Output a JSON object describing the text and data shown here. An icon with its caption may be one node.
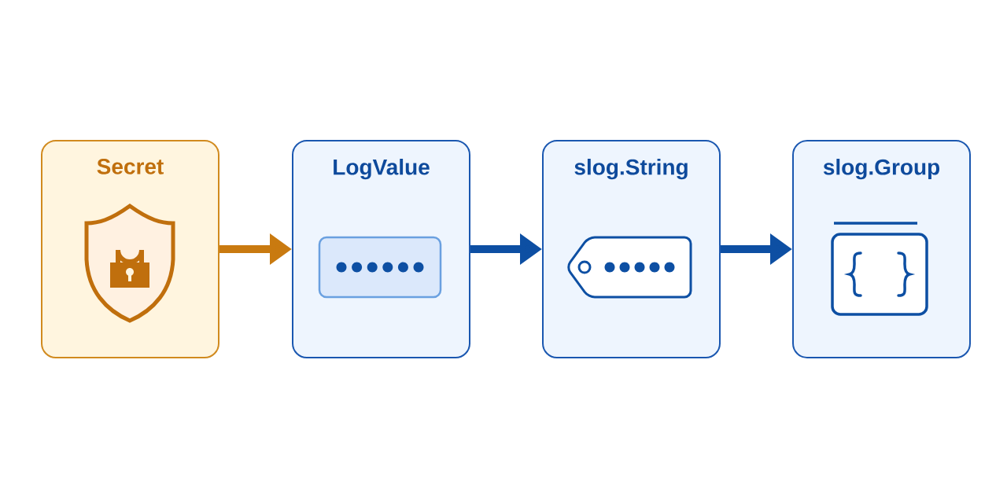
{
  "diagram": {
    "nodes": [
      {
        "text": [
          "Secret"
        ]
      },
      {
        "text": [
          "LogValue"
        ]
      },
      {
        "text": [
          "slog.String"
        ]
      },
      {
        "text": [
          "slog.Group"
        ]
      }
    ],
    "edges": [
      {
        "from": 0,
        "to": 1,
        "arrow": "to",
        "color": "#c97a10"
      },
      {
        "from": 1,
        "to": 2,
        "arrow": "to"
      },
      {
        "from": 2,
        "to": 3,
        "arrow": "to"
      }
    ]
  }
}
